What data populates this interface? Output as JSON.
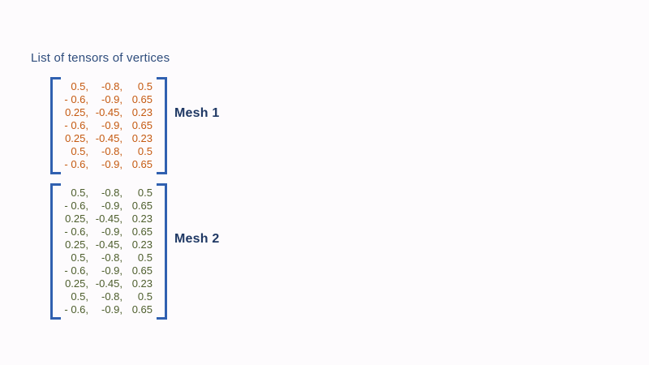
{
  "slide": {
    "title": "List of tensors of vertices"
  },
  "colors": {
    "slide_bg": "#fdfbfd",
    "title_text": "#2e4c7c",
    "mesh_label": "#1f3864",
    "bracket": "#3060b0"
  },
  "meshes": [
    {
      "label": "Mesh 1",
      "value_color": "#c55a11",
      "rows": [
        [
          "0.5,",
          "-0.8,",
          "0.5"
        ],
        [
          "- 0.6,",
          "-0.9,",
          "0.65"
        ],
        [
          "0.25,",
          "-0.45,",
          "0.23"
        ],
        [
          "- 0.6,",
          "-0.9,",
          "0.65"
        ],
        [
          "0.25,",
          "-0.45,",
          "0.23"
        ],
        [
          "0.5,",
          "-0.8,",
          "0.5"
        ],
        [
          "- 0.6,",
          "-0.9,",
          "0.65"
        ]
      ]
    },
    {
      "label": "Mesh 2",
      "value_color": "#4e5e2d",
      "rows": [
        [
          "0.5,",
          "-0.8,",
          "0.5"
        ],
        [
          "- 0.6,",
          "-0.9,",
          "0.65"
        ],
        [
          "0.25,",
          "-0.45,",
          "0.23"
        ],
        [
          "- 0.6,",
          "-0.9,",
          "0.65"
        ],
        [
          "0.25,",
          "-0.45,",
          "0.23"
        ],
        [
          "0.5,",
          "-0.8,",
          "0.5"
        ],
        [
          "- 0.6,",
          "-0.9,",
          "0.65"
        ],
        [
          "0.25,",
          "-0.45,",
          "0.23"
        ],
        [
          "0.5,",
          "-0.8,",
          "0.5"
        ],
        [
          "- 0.6,",
          "-0.9,",
          "0.65"
        ]
      ]
    }
  ]
}
